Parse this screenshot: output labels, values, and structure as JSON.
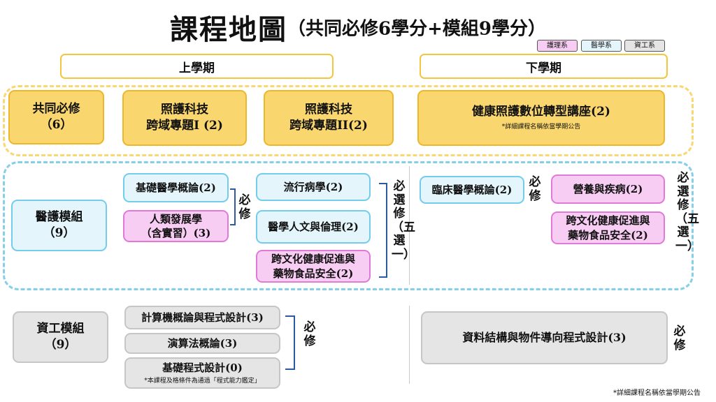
{
  "title": {
    "main": "課程地圖",
    "sub": "（共同必修6學分+模組9學分）"
  },
  "legend": [
    {
      "label": "護理系",
      "color": "#f8cdf3"
    },
    {
      "label": "醫學系",
      "color": "#e4f5fc"
    },
    {
      "label": "資工系",
      "color": "#e5e5e5"
    }
  ],
  "semesters": {
    "first": "上學期",
    "second": "下學期"
  },
  "common": {
    "required": {
      "line1": "共同必修",
      "line2": "（6）"
    },
    "course1": {
      "line1": "照護科技",
      "line2": "跨域專題I (2)"
    },
    "course2": {
      "line1": "照護科技",
      "line2": "跨域專題II(2)"
    },
    "course3": {
      "line1": "健康照護數位轉型講座(2)",
      "note": "*詳細課程名稱依當學期公告"
    }
  },
  "medical": {
    "module": {
      "line1": "醫護模組",
      "line2": "（9）"
    },
    "req_courses": [
      {
        "line1": "基礎醫學概論(2)",
        "line2": ""
      },
      {
        "line1": "人類發展學",
        "line2": "（含實習）(3)"
      }
    ],
    "req_label": "必修",
    "elective_courses": [
      {
        "line1": "流行病學(2)",
        "line2": ""
      },
      {
        "line1": "醫學人文與倫理(2)",
        "line2": ""
      },
      {
        "line1": "跨文化健康促進與",
        "line2": "藥物食品安全(2)"
      }
    ],
    "elective_label": "必選修（五選一）",
    "spring_req": {
      "line1": "臨床醫學概論(2)"
    },
    "spring_req_label": "必修",
    "spring_electives": [
      {
        "line1": "營養與疾病(2)",
        "line2": ""
      },
      {
        "line1": "跨文化健康促進與",
        "line2": "藥物食品安全(2)"
      }
    ],
    "spring_elective_label": "必選修（五選一）"
  },
  "cs": {
    "module": {
      "line1": "資工模組",
      "line2": "（9）"
    },
    "courses": [
      {
        "line1": "計算機概論與程式設計(3)",
        "note": ""
      },
      {
        "line1": "演算法概論(3)",
        "note": ""
      },
      {
        "line1": "基礎程式設計(0)",
        "note": "*本課程及格條件為通過「程式能力鑑定」"
      }
    ],
    "req_label": "必修",
    "spring_course": "資料結構與物件導向程式設計(3)",
    "spring_label": "必修"
  },
  "footer": "*詳細課程名稱依當學期公告"
}
